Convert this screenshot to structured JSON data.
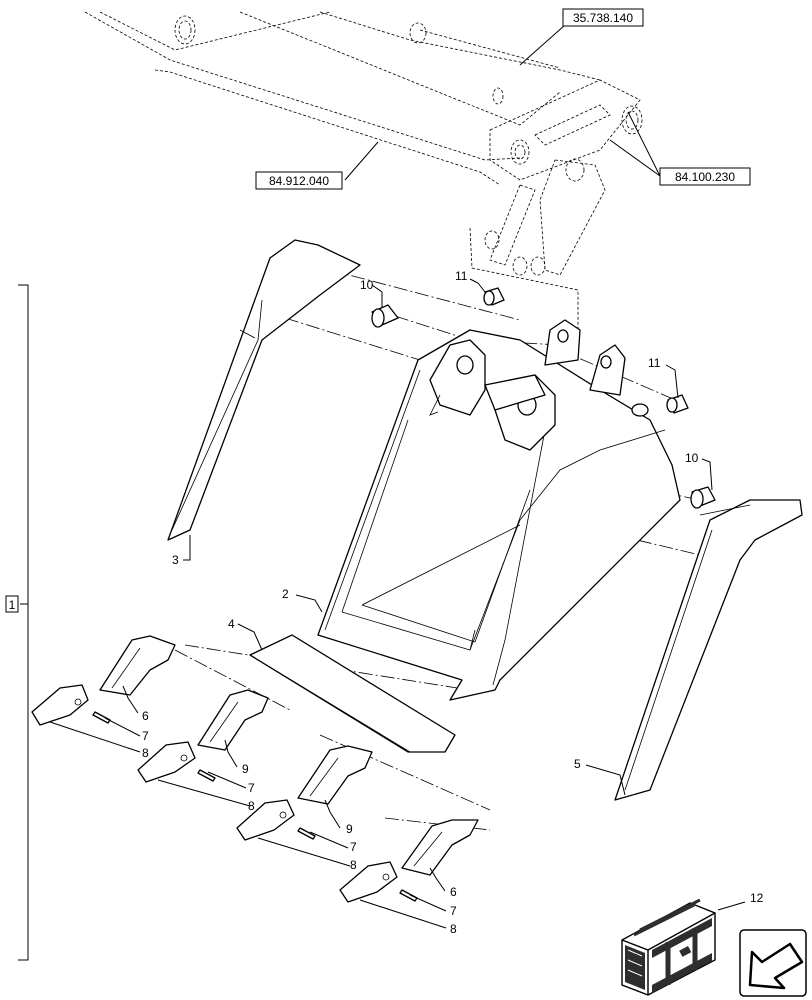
{
  "references": {
    "arm": "35.738.140",
    "boom": "84.912.040",
    "pins": "84.100.230"
  },
  "assembly_label": "1",
  "part_numbers": {
    "p2": "2",
    "p3": "3",
    "p4": "4",
    "p5": "5",
    "p6a": "6",
    "p6b": "6",
    "p7a": "7",
    "p7b": "7",
    "p7c": "7",
    "p7d": "7",
    "p8a": "8",
    "p8b": "8",
    "p8c": "8",
    "p8d": "8",
    "p9a": "9",
    "p9b": "9",
    "p10a": "10",
    "p10b": "10",
    "p11a": "11",
    "p11b": "11",
    "p12": "12"
  },
  "icons": [
    "kit-crate-icon",
    "navigation-arrow-icon"
  ]
}
